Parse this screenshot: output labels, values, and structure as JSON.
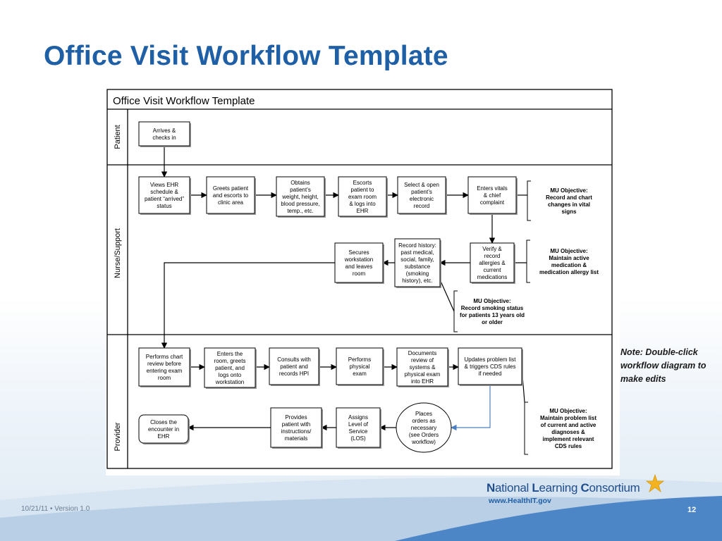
{
  "slide": {
    "title": "Office Visit Workflow Template",
    "note": "Note:  Double-click workflow diagram to make edits",
    "footer_date": "10/21/11 •   Version 1.0",
    "page_number": "12"
  },
  "logo": {
    "parts": [
      {
        "text": "N",
        "bold": true
      },
      {
        "text": "ational ",
        "bold": false
      },
      {
        "text": "L",
        "bold": true
      },
      {
        "text": "earning ",
        "bold": false
      },
      {
        "text": "C",
        "bold": true
      },
      {
        "text": "onsortium",
        "bold": false
      }
    ],
    "url": "www.HealthIT.gov"
  },
  "diagram": {
    "title": "Office Visit Workflow Template",
    "lanes": [
      "Patient",
      "Nurse/Support",
      "Provider"
    ],
    "boxes": {
      "p_arrives": "Arrives &\nchecks in",
      "n_views": "Views EHR\nschedule &\npatient “arrived”\nstatus",
      "n_greets": "Greets patient\nand escorts to\nclinic area",
      "n_obtains": "Obtains\npatient’s\nweight, height,\nblood pressure,\ntemp., etc.",
      "n_escorts": "Escorts\npatient to\nexam room\n& logs into\nEHR",
      "n_select": "Select & open\npatient’s\nelectronic\nrecord",
      "n_vitals": "Enters vitals\n& chief\ncomplaint",
      "n_verify": "Verify &\nrecord\nallergies &\ncurrent\nmedications",
      "n_history": "Record history:\npast medical,\nsocial, family,\nsubstance\n(smoking\nhistory), etc.",
      "n_secures": "Secures\nworkstation\nand leaves\nroom",
      "pr_chart": "Performs chart\nreview before\nentering exam\nroom",
      "pr_enters": "Enters the\nroom, greets\npatient, and\nlogs onto\nworkstation",
      "pr_consults": "Consults with\npatient and\nrecords HPI",
      "pr_exam": "Performs\nphysical\nexam",
      "pr_documents": "Documents\nreview of\nsystems &\nphysical exam\ninto EHR",
      "pr_updates": "Updates problem list\n& triggers CDS rules\nif needed",
      "pr_orders": "Places\norders as\nnecessary\n(see Orders\nworkflow)",
      "pr_los": "Assigns\nLevel of\nService\n(LOS)",
      "pr_instructions": "Provides\npatient with\ninstructions/\nmaterials",
      "pr_closes": "Closes the\nencounter in\nEHR"
    },
    "objectives": {
      "vitals": "MU Objective:\nRecord and chart\nchanges in vital\nsigns",
      "allergy": "MU Objective:\nMaintain active\nmedication &\nmedication allergy list",
      "smoking": "MU Objective:\nRecord smoking status\nfor patients 13 years old\nor older",
      "problem": "MU Objective:\nMaintain problem list\nof current and active\ndiagnoses &\nimplement relevant\nCDS rules"
    }
  },
  "colors": {
    "title": "#1f5fa6",
    "logo": "#1f4e8c",
    "connector": "#4a7fc1",
    "star": "#f3b320"
  }
}
